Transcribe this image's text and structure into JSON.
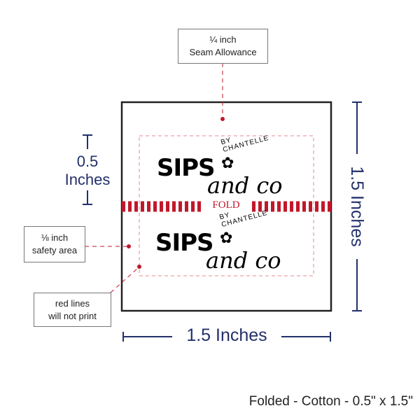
{
  "seam_label": {
    "line1": "¼ inch",
    "line2": "Seam Allowance"
  },
  "safety_label": {
    "line1": "⅛ inch",
    "line2": "safety area"
  },
  "redlines_label": {
    "line1": "red lines",
    "line2": "will not print"
  },
  "dimensions": {
    "left": {
      "value": "0.5",
      "unit": "Inches"
    },
    "right": "1.5 Inches",
    "bottom": "1.5 Inches"
  },
  "fold_label": "FOLD",
  "logo": {
    "by": "BY CHANTELLE",
    "name": "SIPS",
    "sub": "and co",
    "flower": "✿"
  },
  "footer": "Folded - Cotton - 0.5\" x 1.5\"",
  "colors": {
    "guide": "#c0182b",
    "dimension": "#23306b",
    "border": "#222222"
  }
}
